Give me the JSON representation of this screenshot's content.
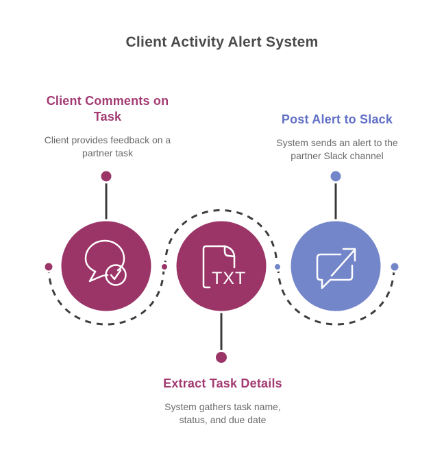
{
  "title": "Client Activity Alert System",
  "colors": {
    "magenta": "#9b3568",
    "blue": "#7486ca",
    "magenta_heading": "#a23a72",
    "blue_heading": "#6170c5",
    "title_text": "#4a4a4a",
    "description_text": "#6a6a6a",
    "connector": "#3d3d3d",
    "icon_stroke": "#ffffff"
  },
  "steps": [
    {
      "id": "client-comments-on-task",
      "title_lines": [
        "Client Comments on",
        "Task"
      ],
      "description_lines": [
        "Client provides feedback on a",
        "partner task"
      ],
      "icon": "chat-check-icon",
      "accent": "#9b3568"
    },
    {
      "id": "extract-task-details",
      "title_lines": [
        "Extract Task Details"
      ],
      "description_lines": [
        "System gathers task name,",
        "status, and due date"
      ],
      "icon": "txt-file-icon",
      "icon_label": "TXT",
      "accent": "#9b3568"
    },
    {
      "id": "post-alert-to-slack",
      "title_lines": [
        "Post Alert to Slack"
      ],
      "description_lines": [
        "System sends an alert to the",
        "partner Slack channel"
      ],
      "icon": "share-icon",
      "accent": "#7486ca"
    }
  ]
}
